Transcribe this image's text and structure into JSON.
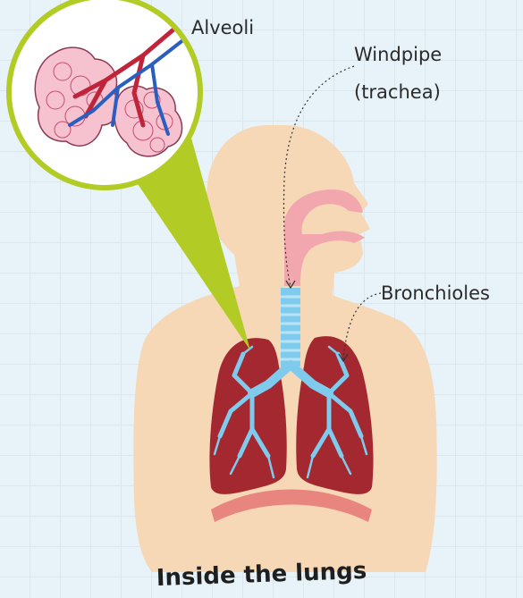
{
  "labels": {
    "alveoli": "Alveoli",
    "windpipe": "Windpipe",
    "trachea": "(trachea)",
    "bronchioles": "Bronchioles"
  },
  "caption": "Inside the lungs",
  "colors": {
    "background": "#e7f3f8",
    "skin": "#f6d7b6",
    "lung": "#a3282f",
    "bronchi": "#7ecbee",
    "airway": "#f2a7ae",
    "zoom_connector": "#b2cc25",
    "diaphragm": "#e8857e"
  }
}
